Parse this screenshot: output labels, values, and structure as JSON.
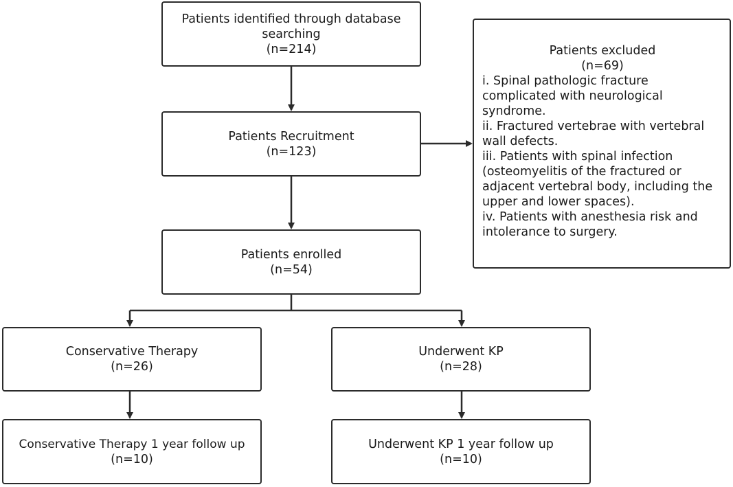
{
  "flowchart": {
    "identified": {
      "label": "Patients identified through database searching",
      "count": "(n=214)"
    },
    "recruitment": {
      "label": "Patients Recruitment",
      "count": "(n=123)"
    },
    "enrolled": {
      "label": "Patients enrolled",
      "count": "(n=54)"
    },
    "conservative": {
      "label": "Conservative Therapy",
      "count": "(n=26)"
    },
    "kp": {
      "label": "Underwent KP",
      "count": "(n=28)"
    },
    "conservative_followup": {
      "label": "Conservative Therapy 1 year follow up",
      "count": "(n=10)"
    },
    "kp_followup": {
      "label": "Underwent KP 1 year follow up",
      "count": "(n=10)"
    },
    "excluded": {
      "title": "Patients excluded",
      "count": "(n=69)",
      "reasons": [
        "i. Spinal pathologic fracture complicated with neurological syndrome.",
        "ii. Fractured vertebrae with vertebral wall defects.",
        "iii. Patients with spinal infection (osteomyelitis of the fractured or adjacent vertebral body, including the upper and lower spaces).",
        "iv. Patients with anesthesia risk and intolerance to surgery."
      ]
    }
  },
  "colors": {
    "stroke": "#2b2b2b",
    "background": "#ffffff",
    "text": "#1a1a1a"
  }
}
